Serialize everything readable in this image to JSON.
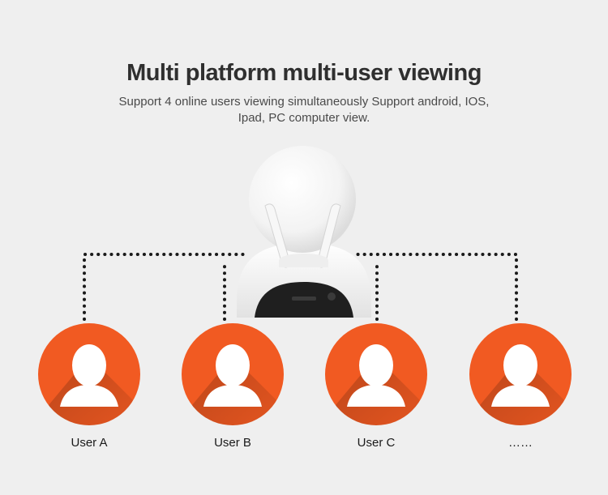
{
  "header": {
    "title": "Multi platform multi-user viewing",
    "subtitle_line1": "Support 4 online users viewing simultaneously Support android, IOS,",
    "subtitle_line2": "Ipad, PC computer view."
  },
  "users": [
    {
      "label": "User A"
    },
    {
      "label": "User B"
    },
    {
      "label": "User C"
    },
    {
      "label": "……"
    }
  ],
  "colors": {
    "background": "#efefef",
    "user_circle": "#f15a22",
    "user_icon": "#ffffff",
    "connector": "#1a1a1a"
  },
  "icons": {
    "device": "camera-icon",
    "user": "user-icon"
  }
}
